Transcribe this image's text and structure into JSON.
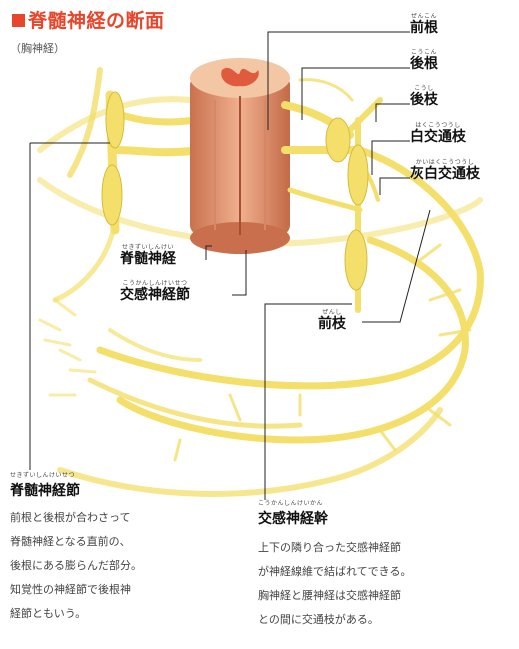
{
  "title": "脊髄神経の断面",
  "subtitle": "（胸神経）",
  "labels": {
    "anterior_root": {
      "text": "前根",
      "reading": "ぜんこん"
    },
    "posterior_root": {
      "text": "後根",
      "reading": "こうこん"
    },
    "posterior_branch": {
      "text": "後枝",
      "reading": "こうし"
    },
    "white_ramus": {
      "text": "白交通枝",
      "reading": "はくこうつうし"
    },
    "gray_ramus": {
      "text": "灰白交通枝",
      "reading": "かいはくこうつうし"
    },
    "spinal_nerve": {
      "text": "脊髄神経",
      "reading": "せきずいしんけい"
    },
    "sympathetic_ganglion": {
      "text": "交感神経節",
      "reading": "こうかんしんけいせつ"
    },
    "anterior_branch": {
      "text": "前枝",
      "reading": "ぜんし"
    }
  },
  "dorsal_root_ganglion": {
    "title": "脊髄神経節",
    "reading": "せきずいしんけいせつ",
    "lines": [
      "前根と後根が合わさって",
      "脊髄神経となる直前の、",
      "後根にある膨らんだ部分。",
      "知覚性の神経節で後根神",
      "経節ともいう。"
    ]
  },
  "sympathetic_trunk": {
    "title": "交感神経幹",
    "reading": "こうかんしんけいかん",
    "lines": [
      "上下の隣り合った交感神経節",
      "が神経線維で結ばれてできる。",
      "胸神経と腰神経は交感神経節",
      "との間に交通枝がある。"
    ]
  },
  "colors": {
    "accent": "#e8452a",
    "nerve": "#f3df6a",
    "nerve_edge": "#d9bb3a",
    "cord": "#e8a07e",
    "cord_dark": "#c96f4e",
    "leader": "#222222"
  }
}
